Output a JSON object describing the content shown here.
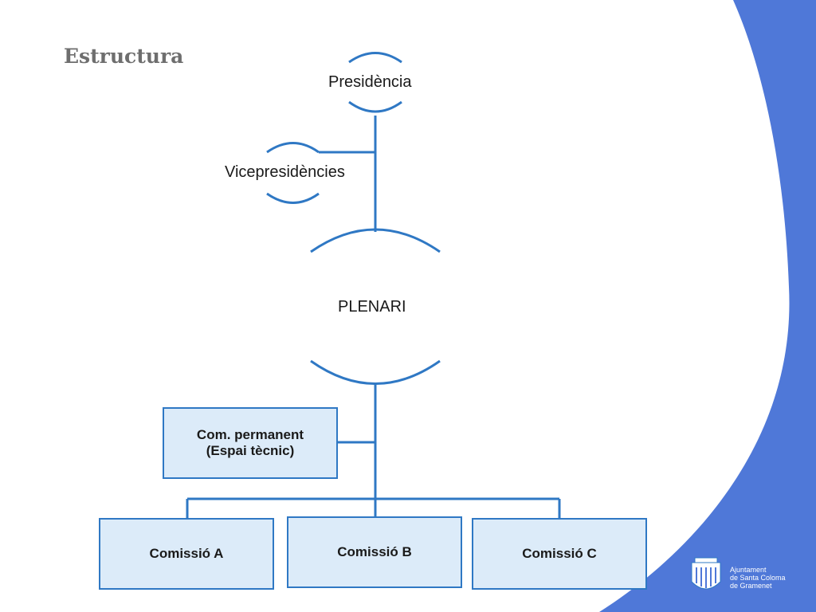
{
  "title": "Estructura",
  "nodes": {
    "presidencia": "Presidència",
    "vicepresidencies": "Vicepresidències",
    "plenari": "PLENARI",
    "com_permanent": {
      "line1": "Com. permanent",
      "line2": "(Espai tècnic)"
    },
    "comissio_a": "Comissió A",
    "comissio_b": "Comissió B",
    "comissio_c": "Comissió C"
  },
  "logo": {
    "line1": "Ajuntament",
    "line2": "de Santa Coloma",
    "line3": "de Gramenet"
  },
  "colors": {
    "accent_blue": "#4f78d8",
    "line_blue": "#2f78c4",
    "box_fill": "#dcebf9",
    "title_gray": "#6e6e6e"
  }
}
